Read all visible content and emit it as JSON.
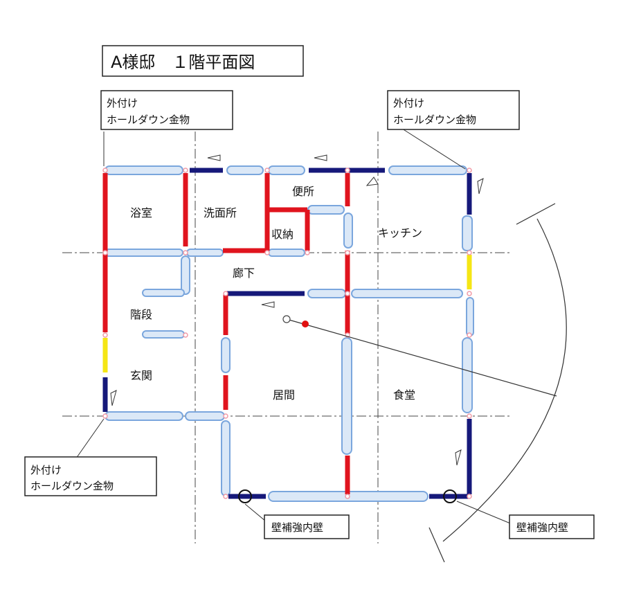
{
  "title": "A様邸　１階平面図",
  "rooms": {
    "bath": "浴室",
    "washroom": "洗面所",
    "toilet": "便所",
    "storage": "収納",
    "kitchen": "キッチン",
    "hallway": "廊下",
    "stairs": "階段",
    "entrance": "玄関",
    "living": "居間",
    "dining": "食堂"
  },
  "callouts": {
    "holdown_line1": "外付け",
    "holdown_line2": "ホールダウン金物",
    "reinforced_wall": "壁補強内壁"
  },
  "colors": {
    "wall_navy": "#16197a",
    "wall_red": "#e0141e",
    "wall_yellow": "#f5e614",
    "opening_fill": "#dbe8f7",
    "opening_stroke": "#7aa6dd",
    "grid_line": "#444444",
    "center_mark": "#e01010"
  }
}
